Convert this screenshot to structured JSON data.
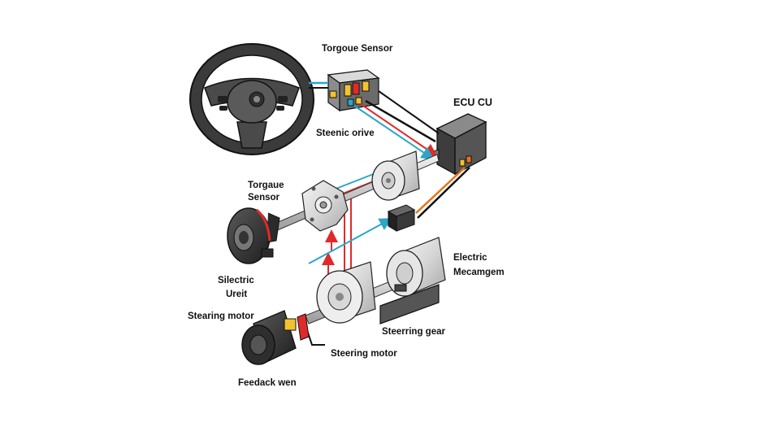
{
  "labels": {
    "torque_sensor_top": "Torgoue Sensor",
    "steenic_orive": "Steenic orive",
    "ecu": "ECU CU",
    "torque_sensor_left_line1": "Torgaue",
    "torque_sensor_left_line2": "Sensor",
    "silectric_line1": "Silectric",
    "silectric_line2": "Ureit",
    "stearing_motor_left": "Stearing motor",
    "steering_motor_bottom": "Steering motor",
    "feedback": "Feedack wen",
    "electric_line1": "Electric",
    "electric_line2": "Mecamgem",
    "steering_gear": "Steerring gear"
  },
  "colors": {
    "signal_blue": "#2aa6c8",
    "signal_red": "#e02a2a",
    "power_orange": "#e8731a",
    "cable_dark": "#222222",
    "metal_light": "#e6e6e6",
    "metal_mid": "#bdbdbd",
    "body_dark": "#3a3a3a"
  },
  "icons": [
    "steering-wheel-icon",
    "torque-sensor-icon",
    "ecu-icon",
    "motor-icon",
    "gear-icon",
    "connector-icon"
  ]
}
